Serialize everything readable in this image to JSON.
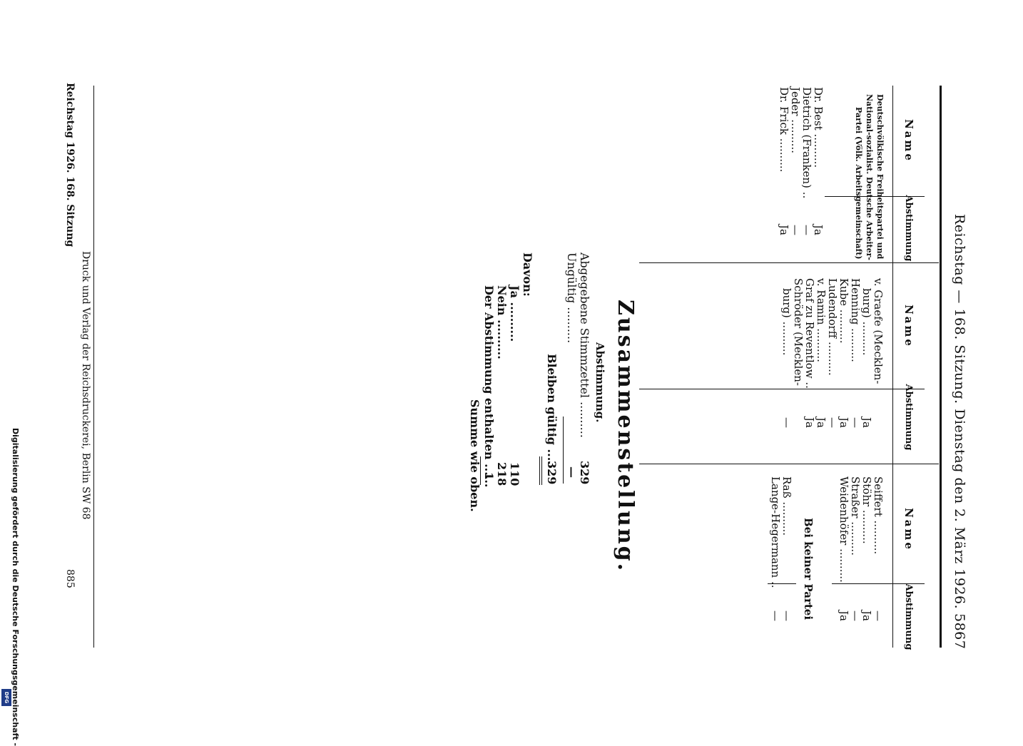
{
  "header": {
    "title": "Reichstag — 168. Sitzung. Dienstag den 2. März 1926.",
    "page_number": "5867"
  },
  "table": {
    "col_name": "Name",
    "col_vote": "Abstimmung",
    "col1": {
      "group": [
        "Deutschvölkische Freiheitspartei und",
        "National-sozialist. Deutsche Arbeiter-",
        "Partei (Völk. Arbeitsgemeinschaft)"
      ],
      "rows": [
        {
          "name": "Dr. Best ..........",
          "vote": "Ja"
        },
        {
          "name": "Dietrich (Franken) ..",
          "vote": "—"
        },
        {
          "name": "Jeder ..........",
          "vote": "—"
        },
        {
          "name": "Dr. Frick ..........",
          "vote": "Ja"
        }
      ]
    },
    "col2": {
      "rows": [
        {
          "name": "v. Graefe (Mecklen-",
          "vote": ""
        },
        {
          "name": "burg) ..........",
          "vote": "Ja"
        },
        {
          "name": "Henning ..........",
          "vote": "—"
        },
        {
          "name": "Kube ..........",
          "vote": "Ja"
        },
        {
          "name": "Ludendorff ..........",
          "vote": "—"
        },
        {
          "name": "v. Ramin ..........",
          "vote": "Ja"
        },
        {
          "name": "Graf zu Reventlow ..",
          "vote": "Ja"
        },
        {
          "name": "Schröder (Mecklen-",
          "vote": ""
        },
        {
          "name": "burg) ..........",
          "vote": "—"
        }
      ]
    },
    "col3": {
      "rows": [
        {
          "name": "Seiffert ..........",
          "vote": "—"
        },
        {
          "name": "Stöhr ..........",
          "vote": "Ja"
        },
        {
          "name": "Straßer ..........",
          "vote": "—"
        },
        {
          "name": "Weidenhöfer ..........",
          "vote": "Ja"
        }
      ],
      "subheading": "Bei keiner Partei",
      "rows2": [
        {
          "name": "Raß ..........",
          "vote": "—"
        },
        {
          "name": "Lange-Hegermann ..",
          "vote": "—"
        }
      ]
    }
  },
  "summary": {
    "title": "Zusammenstellung.",
    "subtitle": "Abstimmung.",
    "lines": [
      {
        "label": "Abgegebene Stimmzettel ..........",
        "value": "329"
      },
      {
        "label": "Ungültig ..........",
        "value": "—"
      },
      {
        "label": "Bleiben gültig ....",
        "value": "329"
      },
      {
        "label": "Davon:",
        "value": ""
      },
      {
        "label": "Ja ..........",
        "value": "110"
      },
      {
        "label": "Nein ..........",
        "value": "218"
      },
      {
        "label": "Der Abstimmung enthalten ......",
        "value": "1"
      },
      {
        "label": "Summe wie oben.",
        "value": ""
      }
    ]
  },
  "footer": {
    "imprint": "Druck und Verlag der Reichsdruckerei, Berlin SW 68",
    "left": "Reichstag 1926.  168. Sitzung",
    "right": "885"
  },
  "sidebar": {
    "text": "Digitalisierung gefördert durch die Deutsche Forschungsgemeinschaft -",
    "badge": "DFG"
  }
}
